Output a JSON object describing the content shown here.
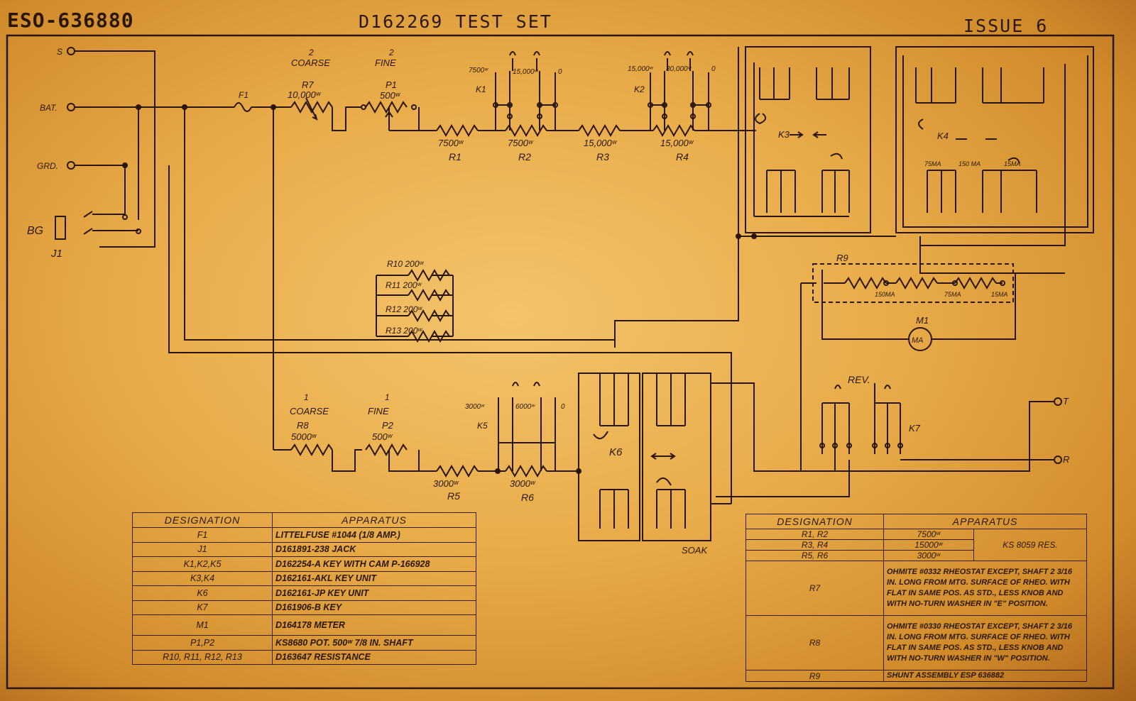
{
  "header": {
    "drawing_no": "ESO-636880",
    "title": "D162269 TEST SET",
    "issue": "ISSUE 6"
  },
  "terminals": {
    "s": "S",
    "bat": "BAT.",
    "grd": "GRD.",
    "bg": "BG",
    "j1": "J1",
    "t": "T",
    "r": "R"
  },
  "labels": {
    "f1": "F1",
    "r7_top": "2",
    "r7_name": "COARSE",
    "r7_ref": "R7",
    "r7_val": "10,000ʷ",
    "p1_top": "2",
    "p1_name": "FINE",
    "p1_ref": "P1",
    "p1_val": "500ʷ",
    "r1_val": "7500ʷ",
    "r1_ref": "R1",
    "r2_val": "7500ʷ",
    "r2_ref": "R2",
    "r3_val": "15,000ʷ",
    "r3_ref": "R3",
    "r4_val": "15,000ʷ",
    "r4_ref": "R4",
    "k1": "K1",
    "k1_a": "7500ʷ",
    "k1_b": "15,000ʷ",
    "k1_c": "0",
    "k2": "K2",
    "k2_a": "15,000ʷ",
    "k2_b": "30,000ʷ",
    "k2_c": "0",
    "k3": "K3",
    "k4": "K4",
    "k4_a": "75MA",
    "k4_b": "150 MA",
    "k4_c": "15MA",
    "r10": "R10  200ʷ",
    "r11": "R11  200ʷ",
    "r12": "R12  200ʷ",
    "r13": "R13  200ʷ",
    "r9": "R9",
    "r9_a": "150MA",
    "r9_b": "75MA",
    "r9_c": "15MA",
    "m1": "M1",
    "ma": "MA",
    "rev": "REV.",
    "k7": "K7",
    "r8_top": "1",
    "r8_name": "COARSE",
    "r8_ref": "R8",
    "r8_val": "5000ʷ",
    "p2_top": "1",
    "p2_name": "FINE",
    "p2_ref": "P2",
    "p2_val": "500ʷ",
    "k5": "K5",
    "k5_a": "3000ʷ",
    "k5_b": "6000ʷ",
    "k5_c": "0",
    "r5_val": "3000ʷ",
    "r5_ref": "R5",
    "r6_val": "3000ʷ",
    "r6_ref": "R6",
    "k6": "K6",
    "soak": "SOAK"
  },
  "left_table": {
    "headers": [
      "DESIGNATION",
      "APPARATUS"
    ],
    "rows": [
      {
        "d": "F1",
        "a": "LITTELFUSE #1044 (1/8 AMP.)"
      },
      {
        "d": "J1",
        "a": "D161891-238 JACK"
      },
      {
        "d": "K1,K2,K5",
        "a": "D162254-A KEY WITH CAM P-166928"
      },
      {
        "d": "K3,K4",
        "a": "D162161-AKL KEY UNIT"
      },
      {
        "d": "K6",
        "a": "D162161-JP KEY UNIT"
      },
      {
        "d": "K7",
        "a": "D161906-B KEY"
      },
      {
        "d": "M1",
        "a": "D164178 METER"
      },
      {
        "d": "P1,P2",
        "a": "KS8680 POT. 500ʷ 7/8 IN. SHAFT"
      },
      {
        "d": "R10, R11, R12, R13",
        "a": "D163647 RESISTANCE"
      }
    ]
  },
  "right_table": {
    "headers": [
      "DESIGNATION",
      "APPARATUS"
    ],
    "res_rows": [
      {
        "d": "R1, R2",
        "a": "7500ʷ"
      },
      {
        "d": "R3, R4",
        "a": "15000ʷ"
      },
      {
        "d": "R5, R6",
        "a": "3000ʷ"
      }
    ],
    "res_common": "KS 8059 RES.",
    "r7_d": "R7",
    "r7_a": "OHMITE #0332 RHEOSTAT EXCEPT, SHAFT 2 3/16 IN. LONG FROM MTG. SURFACE OF RHEO. WITH FLAT IN SAME POS. AS STD., LESS KNOB AND WITH NO-TURN WASHER IN \"E\" POSITION.",
    "r8_d": "R8",
    "r8_a": "OHMITE #0330 RHEOSTAT EXCEPT, SHAFT 2 3/16 IN. LONG FROM MTG. SURFACE OF RHEO. WITH FLAT IN SAME POS. AS STD., LESS KNOB AND WITH NO-TURN WASHER IN \"W\" POSITION.",
    "r9_d": "R9",
    "r9_a": "SHUNT ASSEMBLY ESP 636882"
  }
}
